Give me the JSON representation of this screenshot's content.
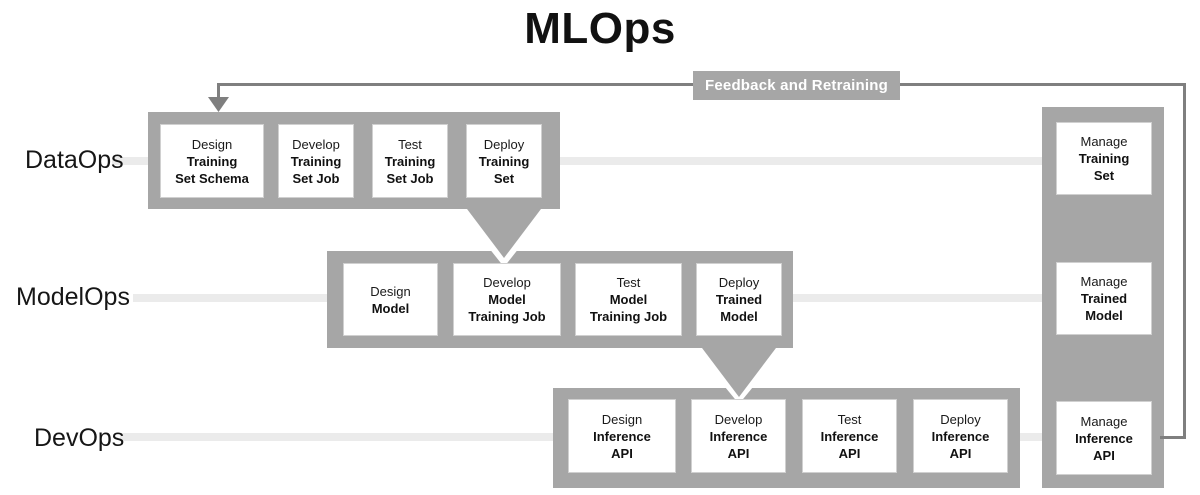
{
  "title": "MLOps",
  "feedback_label": "Feedback and Retraining",
  "colors": {
    "container_gray": "#a6a6a6",
    "loop_line_gray": "#7f7f7f",
    "track_line_gray": "#ebebeb",
    "box_white": "#ffffff",
    "text_black": "#111111"
  },
  "rows": [
    {
      "label": "DataOps",
      "steps": [
        {
          "action": "Design",
          "object_lines": [
            "Training",
            "Set Schema"
          ]
        },
        {
          "action": "Develop",
          "object_lines": [
            "Training",
            "Set Job"
          ]
        },
        {
          "action": "Test",
          "object_lines": [
            "Training",
            "Set Job"
          ]
        },
        {
          "action": "Deploy",
          "object_lines": [
            "Training",
            "Set"
          ]
        }
      ]
    },
    {
      "label": "ModelOps",
      "steps": [
        {
          "action": "Design",
          "object_lines": [
            "Model"
          ]
        },
        {
          "action": "Develop",
          "object_lines": [
            "Model",
            "Training Job"
          ]
        },
        {
          "action": "Test",
          "object_lines": [
            "Model",
            "Training Job"
          ]
        },
        {
          "action": "Deploy",
          "object_lines": [
            "Trained",
            "Model"
          ]
        }
      ]
    },
    {
      "label": "DevOps",
      "steps": [
        {
          "action": "Design",
          "object_lines": [
            "Inference",
            "API"
          ]
        },
        {
          "action": "Develop",
          "object_lines": [
            "Inference",
            "API"
          ]
        },
        {
          "action": "Test",
          "object_lines": [
            "Inference",
            "API"
          ]
        },
        {
          "action": "Deploy",
          "object_lines": [
            "Inference",
            "API"
          ]
        }
      ]
    }
  ],
  "manage_column": {
    "steps": [
      {
        "action": "Manage",
        "object_lines": [
          "Training",
          "Set"
        ]
      },
      {
        "action": "Manage",
        "object_lines": [
          "Trained",
          "Model"
        ]
      },
      {
        "action": "Manage",
        "object_lines": [
          "Inference",
          "API"
        ]
      }
    ]
  }
}
